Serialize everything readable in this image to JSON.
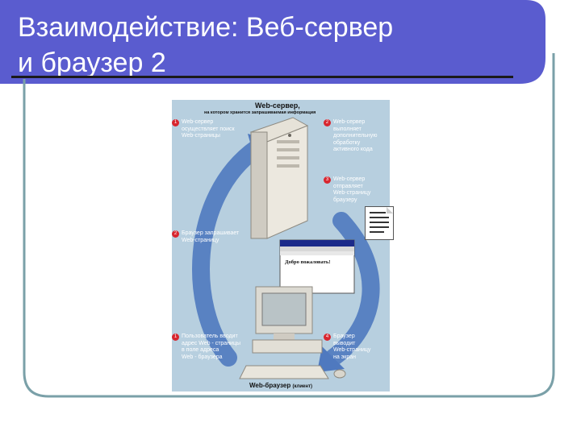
{
  "slide": {
    "title_line1": "Взаимодействие: Веб-сервер",
    "title_line2": "и браузер 2",
    "colors": {
      "title_band": "#5a5ccf",
      "frame": "#7aa0a8",
      "diagram_bg": "#b7cfdf",
      "badge": "#d8262f"
    }
  },
  "diagram": {
    "server_title": "Web-сервер,",
    "server_subtitle": "на котором хранится запрашиваемая информация",
    "client_title": "Web-браузер",
    "client_suffix": "(клиент)",
    "window_text": "Добро пожаловать!",
    "steps": [
      {
        "num": "1",
        "text": "Web-сервер\nосуществляет поиск\nWeb-страницы"
      },
      {
        "num": "2",
        "text": "Браузер запрашивает\nWeb-страницу"
      },
      {
        "num": "1",
        "text": "Пользователь вводит\nадрес Web - страницы\nв поле адреса\nWeb - браузера"
      },
      {
        "num": "2",
        "text": "Web-сервер\nвыполняет\nдополнительную\nобработку\nактивного кода"
      },
      {
        "num": "3",
        "text": "Web-сервер\nотправляет\nWeb-страницу\nбраузеру"
      },
      {
        "num": "4",
        "text": "Браузер\nвыводит\nWeb-страницу\nна экран"
      }
    ]
  }
}
